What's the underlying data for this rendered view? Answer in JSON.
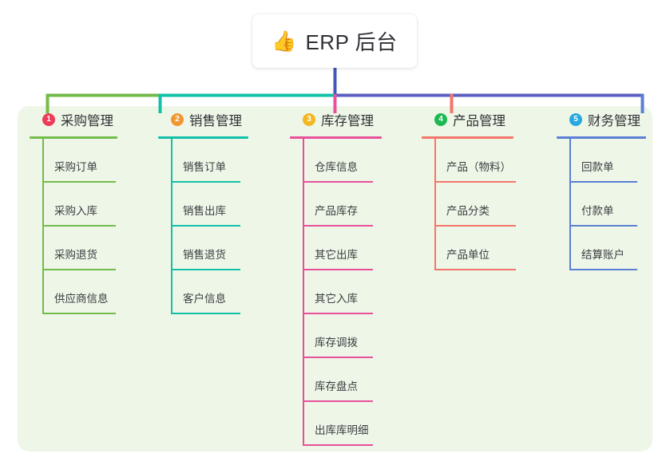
{
  "diagram": {
    "type": "mind-map",
    "root": {
      "icon": "thumbs-up-icon",
      "icon_glyph": "👍",
      "title": "ERP 后台"
    },
    "panel_color": "#eef7e7",
    "root_connector_color": "#4456b9",
    "branches": [
      {
        "number": "1",
        "title": "采购管理",
        "badge_color": "#ee3b5b",
        "line_color": "#73bb4a",
        "children": [
          "采购订单",
          "采购入库",
          "采购退货",
          "供应商信息"
        ]
      },
      {
        "number": "2",
        "title": "销售管理",
        "badge_color": "#f29730",
        "line_color": "#12c0a8",
        "children": [
          "销售订单",
          "销售出库",
          "销售退货",
          "客户信息"
        ]
      },
      {
        "number": "3",
        "title": "库存管理",
        "badge_color": "#f3b722",
        "line_color": "#e8509b",
        "children": [
          "仓库信息",
          "产品库存",
          "其它出库",
          "其它入库",
          "库存调拨",
          "库存盘点",
          "出库库明细"
        ]
      },
      {
        "number": "4",
        "title": "产品管理",
        "badge_color": "#1db954",
        "line_color": "#f4756b",
        "children": [
          "产品（物料）",
          "产品分类",
          "产品单位"
        ]
      },
      {
        "number": "5",
        "title": "财务管理",
        "badge_color": "#26a9e0",
        "line_color": "#5b7fd4",
        "children": [
          "回款单",
          "付款单",
          "结算账户"
        ]
      }
    ]
  }
}
